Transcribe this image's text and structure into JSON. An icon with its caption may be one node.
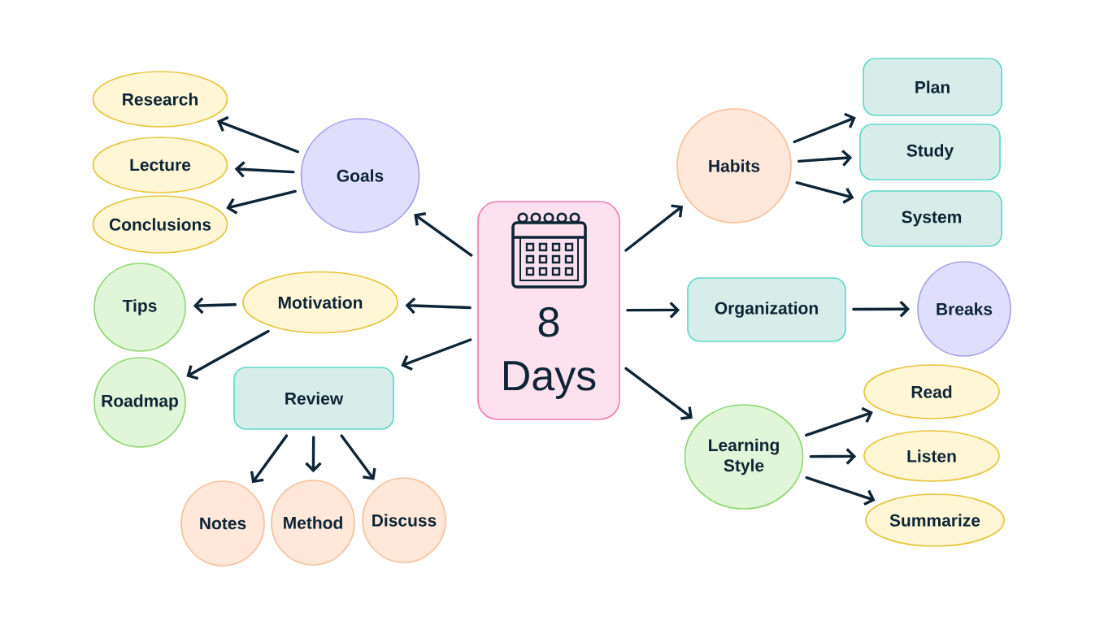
{
  "diagram": {
    "nodes": [
      {
        "text": [
          "8 Days"
        ]
      },
      {
        "text": [
          "Goals"
        ]
      },
      {
        "text": [
          "Research"
        ]
      },
      {
        "text": [
          "Lecture"
        ]
      },
      {
        "text": [
          "Conclusions"
        ]
      },
      {
        "text": [
          "Motivation"
        ]
      },
      {
        "text": [
          "Tips"
        ]
      },
      {
        "text": [
          "Roadmap"
        ]
      },
      {
        "text": [
          "Review"
        ]
      },
      {
        "text": [
          "Notes"
        ]
      },
      {
        "text": [
          "Method"
        ]
      },
      {
        "text": [
          "Discuss"
        ]
      },
      {
        "text": [
          "Habits"
        ]
      },
      {
        "text": [
          "Plan"
        ]
      },
      {
        "text": [
          "Study"
        ]
      },
      {
        "text": [
          "System"
        ]
      },
      {
        "text": [
          "Organization"
        ]
      },
      {
        "text": [
          "Breaks"
        ]
      },
      {
        "text": [
          "Learning Style"
        ]
      },
      {
        "text": [
          "Read"
        ]
      },
      {
        "text": [
          "Listen"
        ]
      },
      {
        "text": [
          "Summarize"
        ]
      }
    ],
    "edges": [
      {
        "from": 0,
        "to": 1,
        "arrow": "to"
      },
      {
        "from": 1,
        "to": 2,
        "arrow": "to"
      },
      {
        "from": 1,
        "to": 3,
        "arrow": "to"
      },
      {
        "from": 1,
        "to": 4,
        "arrow": "to"
      },
      {
        "from": 0,
        "to": 5,
        "arrow": "to"
      },
      {
        "from": 5,
        "to": 6,
        "arrow": "to"
      },
      {
        "from": 5,
        "to": 7,
        "arrow": "to"
      },
      {
        "from": 0,
        "to": 8,
        "arrow": "to"
      },
      {
        "from": 8,
        "to": 9,
        "arrow": "to"
      },
      {
        "from": 8,
        "to": 10,
        "arrow": "to"
      },
      {
        "from": 8,
        "to": 11,
        "arrow": "to"
      },
      {
        "from": 0,
        "to": 12,
        "arrow": "to"
      },
      {
        "from": 12,
        "to": 13,
        "arrow": "to"
      },
      {
        "from": 12,
        "to": 14,
        "arrow": "to"
      },
      {
        "from": 12,
        "to": 15,
        "arrow": "to"
      },
      {
        "from": 0,
        "to": 16,
        "arrow": "to"
      },
      {
        "from": 16,
        "to": 17,
        "arrow": "to"
      },
      {
        "from": 0,
        "to": 18,
        "arrow": "to"
      },
      {
        "from": 18,
        "to": 19,
        "arrow": "to"
      },
      {
        "from": 18,
        "to": 20,
        "arrow": "to"
      },
      {
        "from": 18,
        "to": 21,
        "arrow": "to"
      }
    ]
  }
}
